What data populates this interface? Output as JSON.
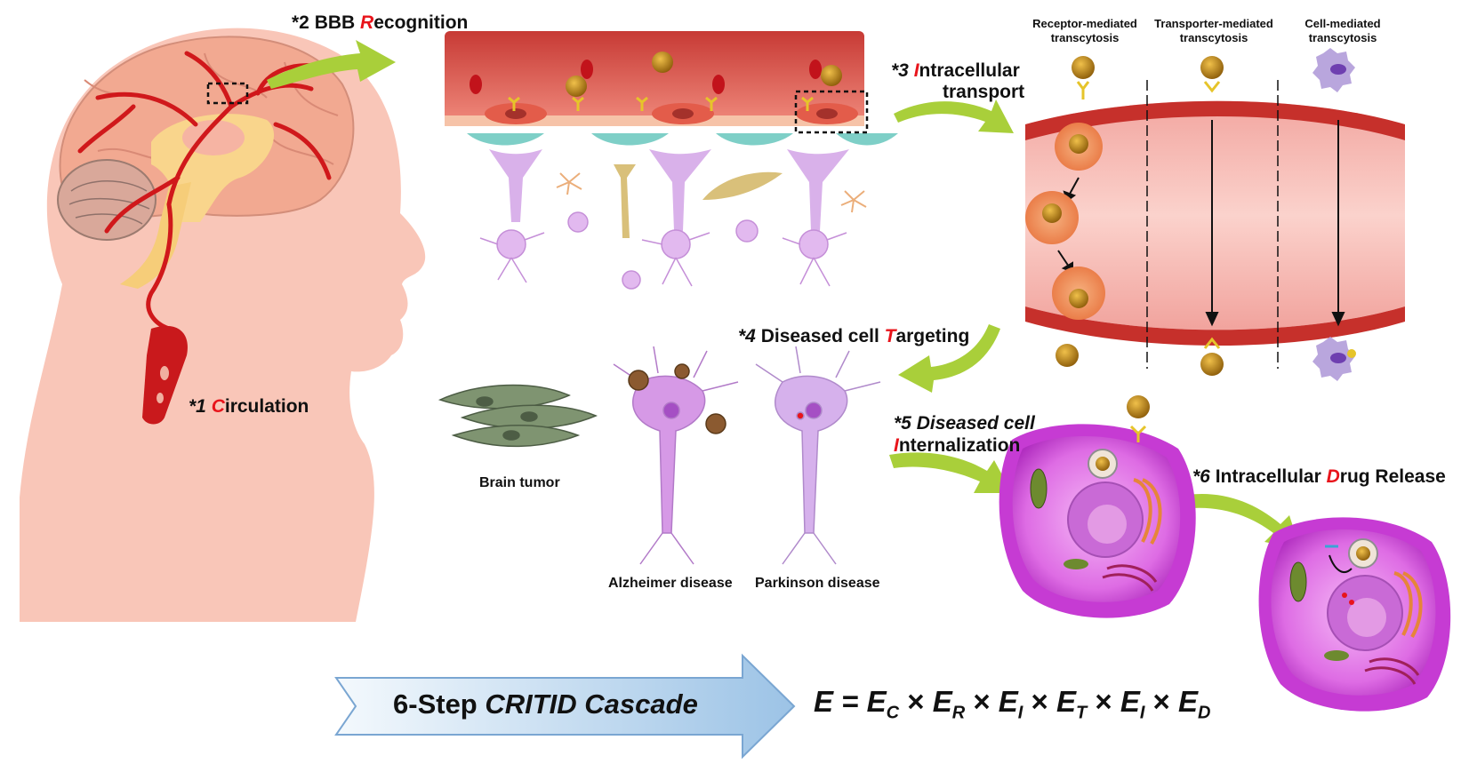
{
  "colors": {
    "skin": "#f9c4b6",
    "vessel": "#c9191c",
    "arrow_green": "#a9cf3a",
    "accent_red": "#e8141b",
    "neuron": "#d48fe0",
    "cell": "#c83fd6"
  },
  "steps": {
    "s1": {
      "num": "*1",
      "first": "C",
      "rest": "irculation"
    },
    "s2": {
      "num": "*2",
      "pre": "BBB ",
      "first": "R",
      "rest": "ecognition"
    },
    "s3": {
      "num": "*3",
      "first": "I",
      "rest": "ntracellular",
      "line2": "transport"
    },
    "s4": {
      "num": "*4",
      "pre": "Diseased cell ",
      "first": "T",
      "rest": "argeting"
    },
    "s5": {
      "num": "*5",
      "pre": "Diseased cell",
      "first": "I",
      "rest": "nternalization"
    },
    "s6": {
      "num": "*6",
      "pre": "Intracellular ",
      "first": "D",
      "rest": "rug Release"
    }
  },
  "transcytosis": {
    "receptor": [
      "Receptor-mediated",
      "transcytosis"
    ],
    "transporter": [
      "Transporter-mediated",
      "transcytosis"
    ],
    "cell": [
      "Cell-mediated",
      "transcytosis"
    ]
  },
  "diseases": {
    "tumor": "Brain tumor",
    "alzheimer": "Alzheimer disease",
    "parkinson": "Parkinson disease"
  },
  "cascade": {
    "prefix": "6-Step ",
    "name": "CRITID Cascade"
  },
  "equation": {
    "lhs": "E",
    "eq": " = ",
    "terms": [
      "C",
      "R",
      "I",
      "T",
      "I",
      "D"
    ],
    "base": "E",
    "times": " × "
  }
}
